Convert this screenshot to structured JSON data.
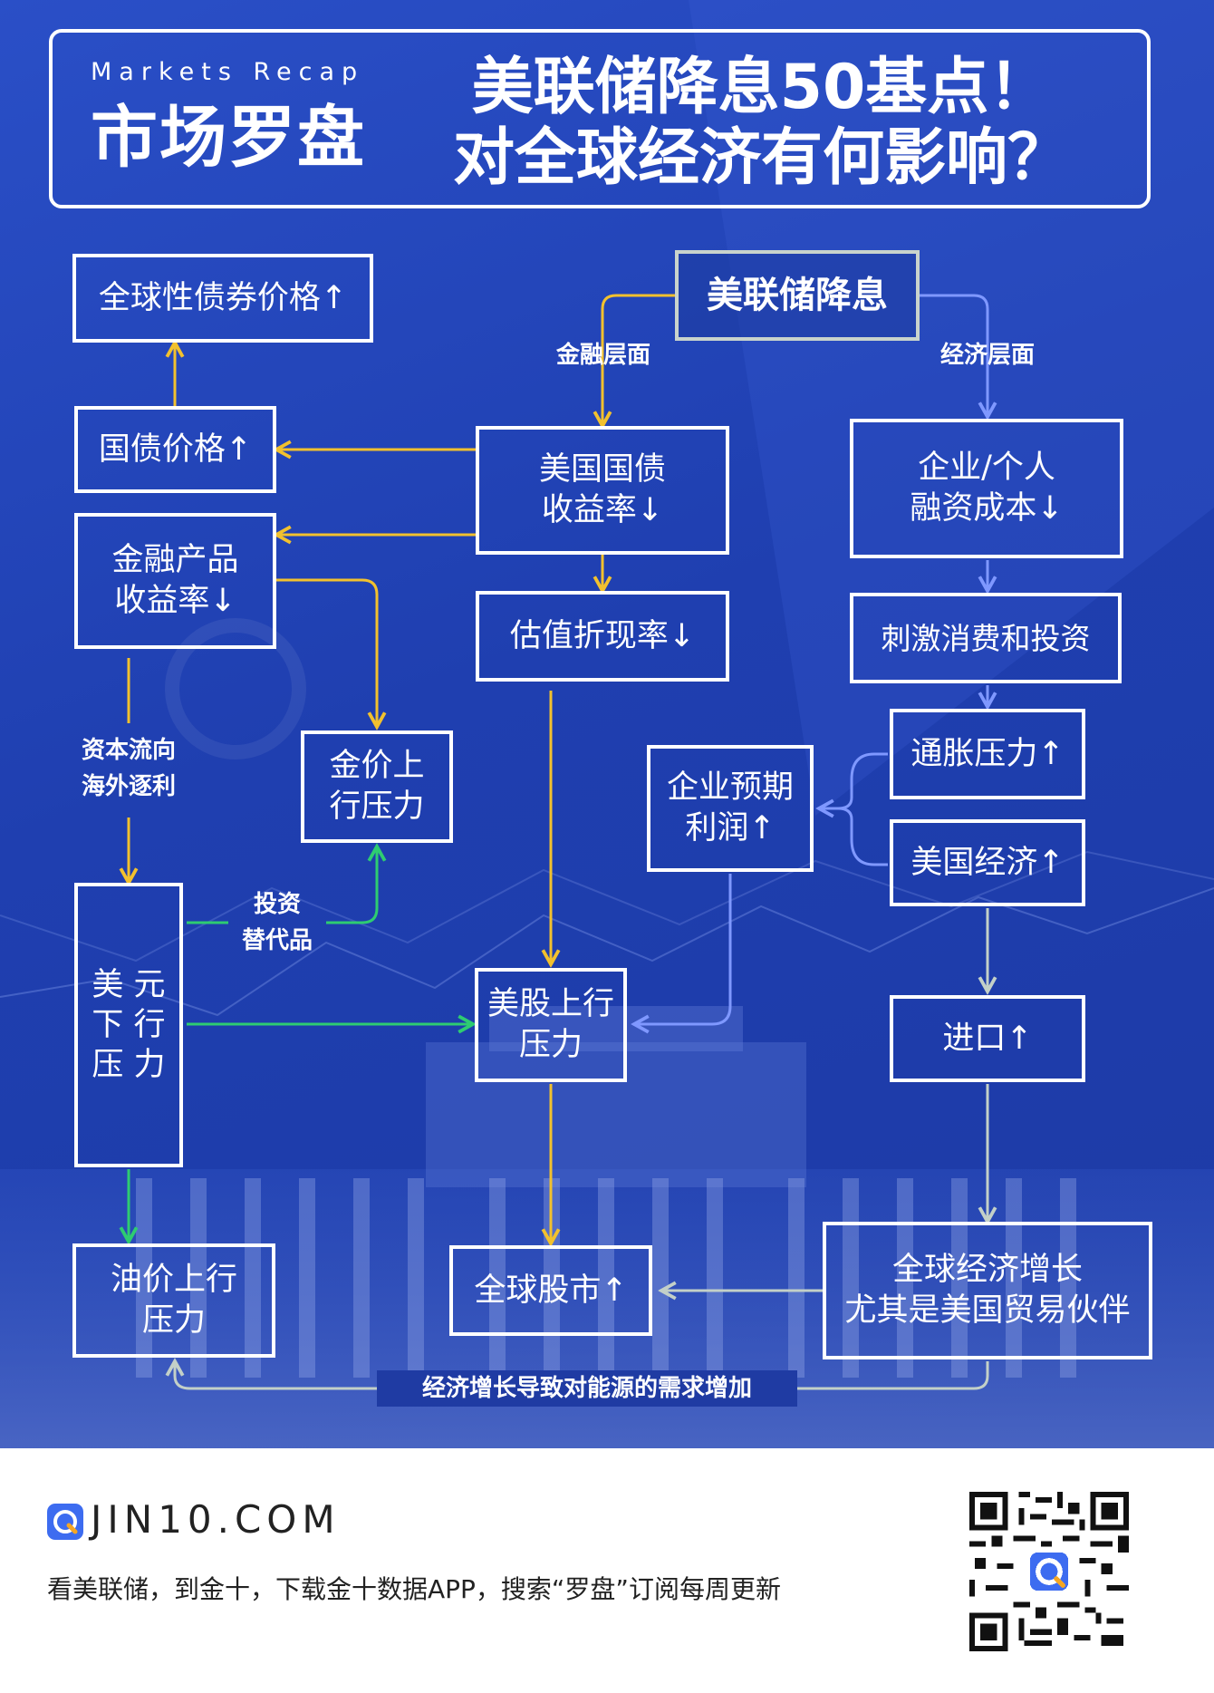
{
  "header": {
    "brand_subtitle": "Markets Recap",
    "brand_title": "市场罗盘",
    "headline_line1": "美联储降息50基点！",
    "headline_line2": "对全球经济有何影响？"
  },
  "diagram": {
    "root": "美联储降息",
    "branch_labels": {
      "financial": "金融层面",
      "economic": "经济层面"
    },
    "nodes": {
      "global_bond_price": "全球性债券价格↑",
      "treasury_price": "国债价格↑",
      "us_treasury_yield": "美国国债\n收益率↓",
      "financial_product_yield": "金融产品\n收益率↓",
      "valuation_discount_rate": "估值折现率↓",
      "gold_pressure": "金价上\n行压力",
      "usd_pressure": "美\n元\n下\n行\n压\n力",
      "us_stock_pressure": "美股上行\n压力",
      "oil_pressure": "油价上行\n压力",
      "global_stocks": "全球股市↑",
      "financing_cost": "企业/个人\n融资成本↓",
      "stimulate": "刺激消费和投资",
      "inflation": "通胀压力↑",
      "us_economy": "美国经济↑",
      "corporate_profit": "企业预期\n利润↑",
      "imports": "进口↑",
      "global_growth": "全球经济增长\n尤其是美国贸易伙伴"
    },
    "edge_labels": {
      "capital_flow": "资本流向\n海外逐利",
      "substitute": "投资\n替代品",
      "energy_demand": "经济增长导致对能源的需求增加"
    },
    "colors": {
      "financial_arrow": "#f2c12e",
      "economic_arrow": "#7f98ff",
      "dollar_arrow": "#2ecc71",
      "growth_arrow": "#c3d0c8",
      "background": "#2346b8"
    }
  },
  "footer": {
    "domain": "JIN10.COM",
    "slogan": "看美联储，到金十，下载金十数据APP，搜索“罗盘”订阅每周更新",
    "qr_icon": "qr-code-icon",
    "logo_icon": "jin10-logo-icon"
  }
}
